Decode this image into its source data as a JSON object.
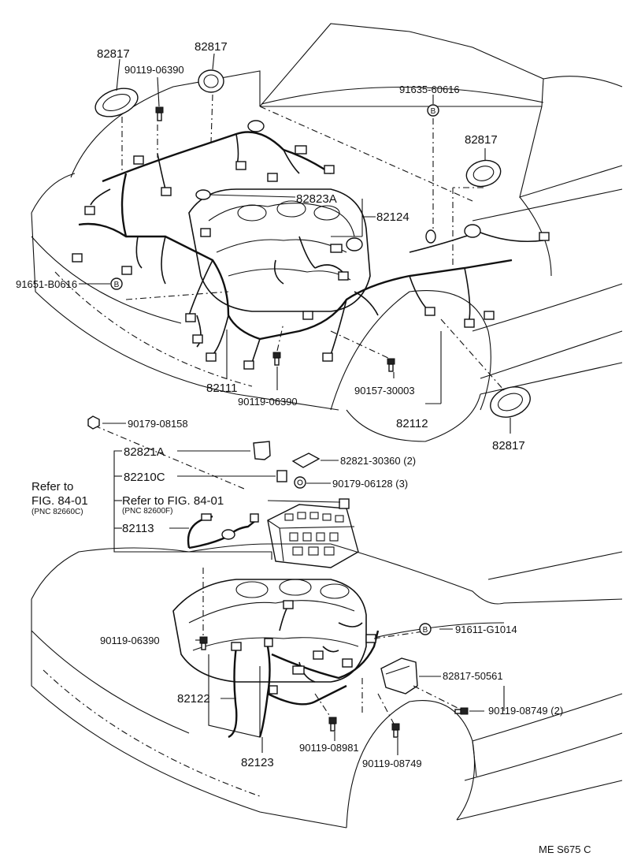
{
  "diagram": {
    "labels": {
      "p82817_a": "82817",
      "p82817_b": "82817",
      "p90119_06390_top": "90119-06390",
      "p91635": "91635-60616",
      "p82817_c": "82817",
      "p82823A": "82823A",
      "p82124": "82124",
      "p91651": "91651-B0616",
      "p82111": "82111",
      "p90119_06390_mid": "90119-06390",
      "p90157": "90157-30003",
      "p82112": "82112",
      "p82817_d": "82817",
      "p90179_08158": "90179-08158",
      "p82821A": "82821A",
      "p82821_30360": "82821-30360 (2)",
      "p82210C": "82210C",
      "p90179_06128": "90179-06128 (3)",
      "refer_to": "Refer to",
      "fig_84_01": "FIG. 84-01",
      "pnc_82660c": "(PNC 82660C)",
      "refer_to_fig": "Refer to FIG. 84-01",
      "pnc_82600f": "(PNC 82600F)",
      "p82113": "82113",
      "p90119_06390_low": "90119-06390",
      "p91611": "91611-G1014",
      "p82817_50561": "82817-50561",
      "p82122": "82122",
      "p90119_08749_2": "90119-08749 (2)",
      "p90119_08981": "90119-08981",
      "p90119_08749": "90119-08749",
      "p82123": "82123",
      "callout_b": "B",
      "footer_code": "ME S675 C"
    }
  }
}
